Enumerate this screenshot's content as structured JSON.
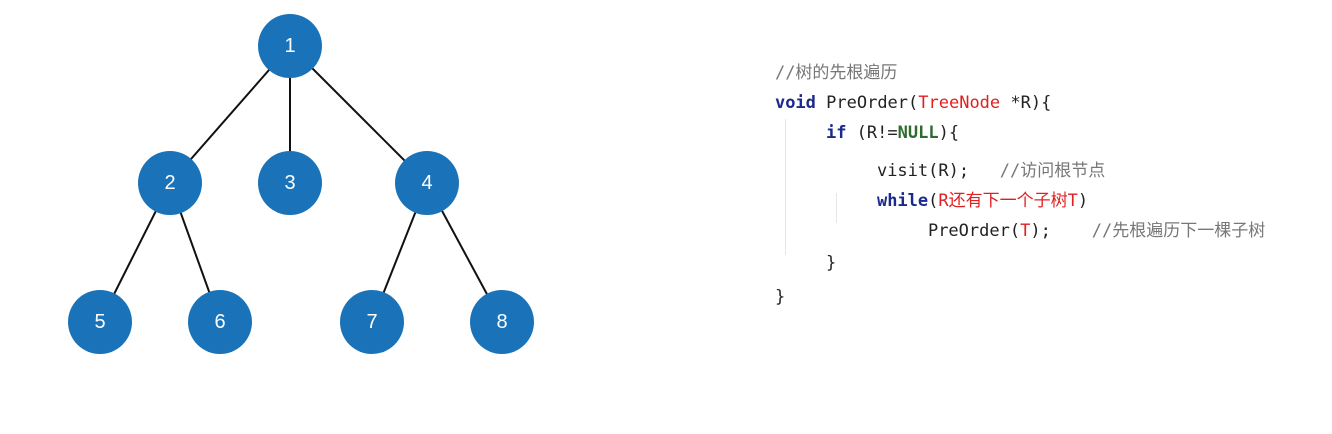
{
  "tree": {
    "node_fill": "#1a73b8",
    "edge_color": "#111111",
    "nodes": [
      {
        "id": 1,
        "label": "1"
      },
      {
        "id": 2,
        "label": "2"
      },
      {
        "id": 3,
        "label": "3"
      },
      {
        "id": 4,
        "label": "4"
      },
      {
        "id": 5,
        "label": "5"
      },
      {
        "id": 6,
        "label": "6"
      },
      {
        "id": 7,
        "label": "7"
      },
      {
        "id": 8,
        "label": "8"
      }
    ],
    "edges": [
      [
        1,
        2
      ],
      [
        1,
        3
      ],
      [
        1,
        4
      ],
      [
        2,
        5
      ],
      [
        2,
        6
      ],
      [
        4,
        7
      ],
      [
        4,
        8
      ]
    ]
  },
  "code": {
    "colors": {
      "keyword": "#1b2a8c",
      "keyword_null": "#2f6b2f",
      "highlight": "#e02020",
      "comment": "#777777",
      "text": "#222222"
    },
    "line1_comment": "//树的先根遍历",
    "line2_void": "void",
    "line2_func": " PreOrder(",
    "line2_type": "TreeNode",
    "line2_tail": " *R){",
    "line3_if": "if",
    "line3_mid": " (R!=",
    "line3_null": "NULL",
    "line3_tail": "){",
    "line4_stmt": "visit(R);",
    "line4_comment": "//访问根节点",
    "line5_while": "while",
    "line5_open": "(",
    "line5_cond": "R还有下一个子树T",
    "line5_close": ")",
    "line6_call_a": "PreOrder(",
    "line6_arg": "T",
    "line6_call_b": ");",
    "line6_comment": "//先根遍历下一棵子树",
    "line7_brace": "}",
    "line8_brace": "}"
  }
}
